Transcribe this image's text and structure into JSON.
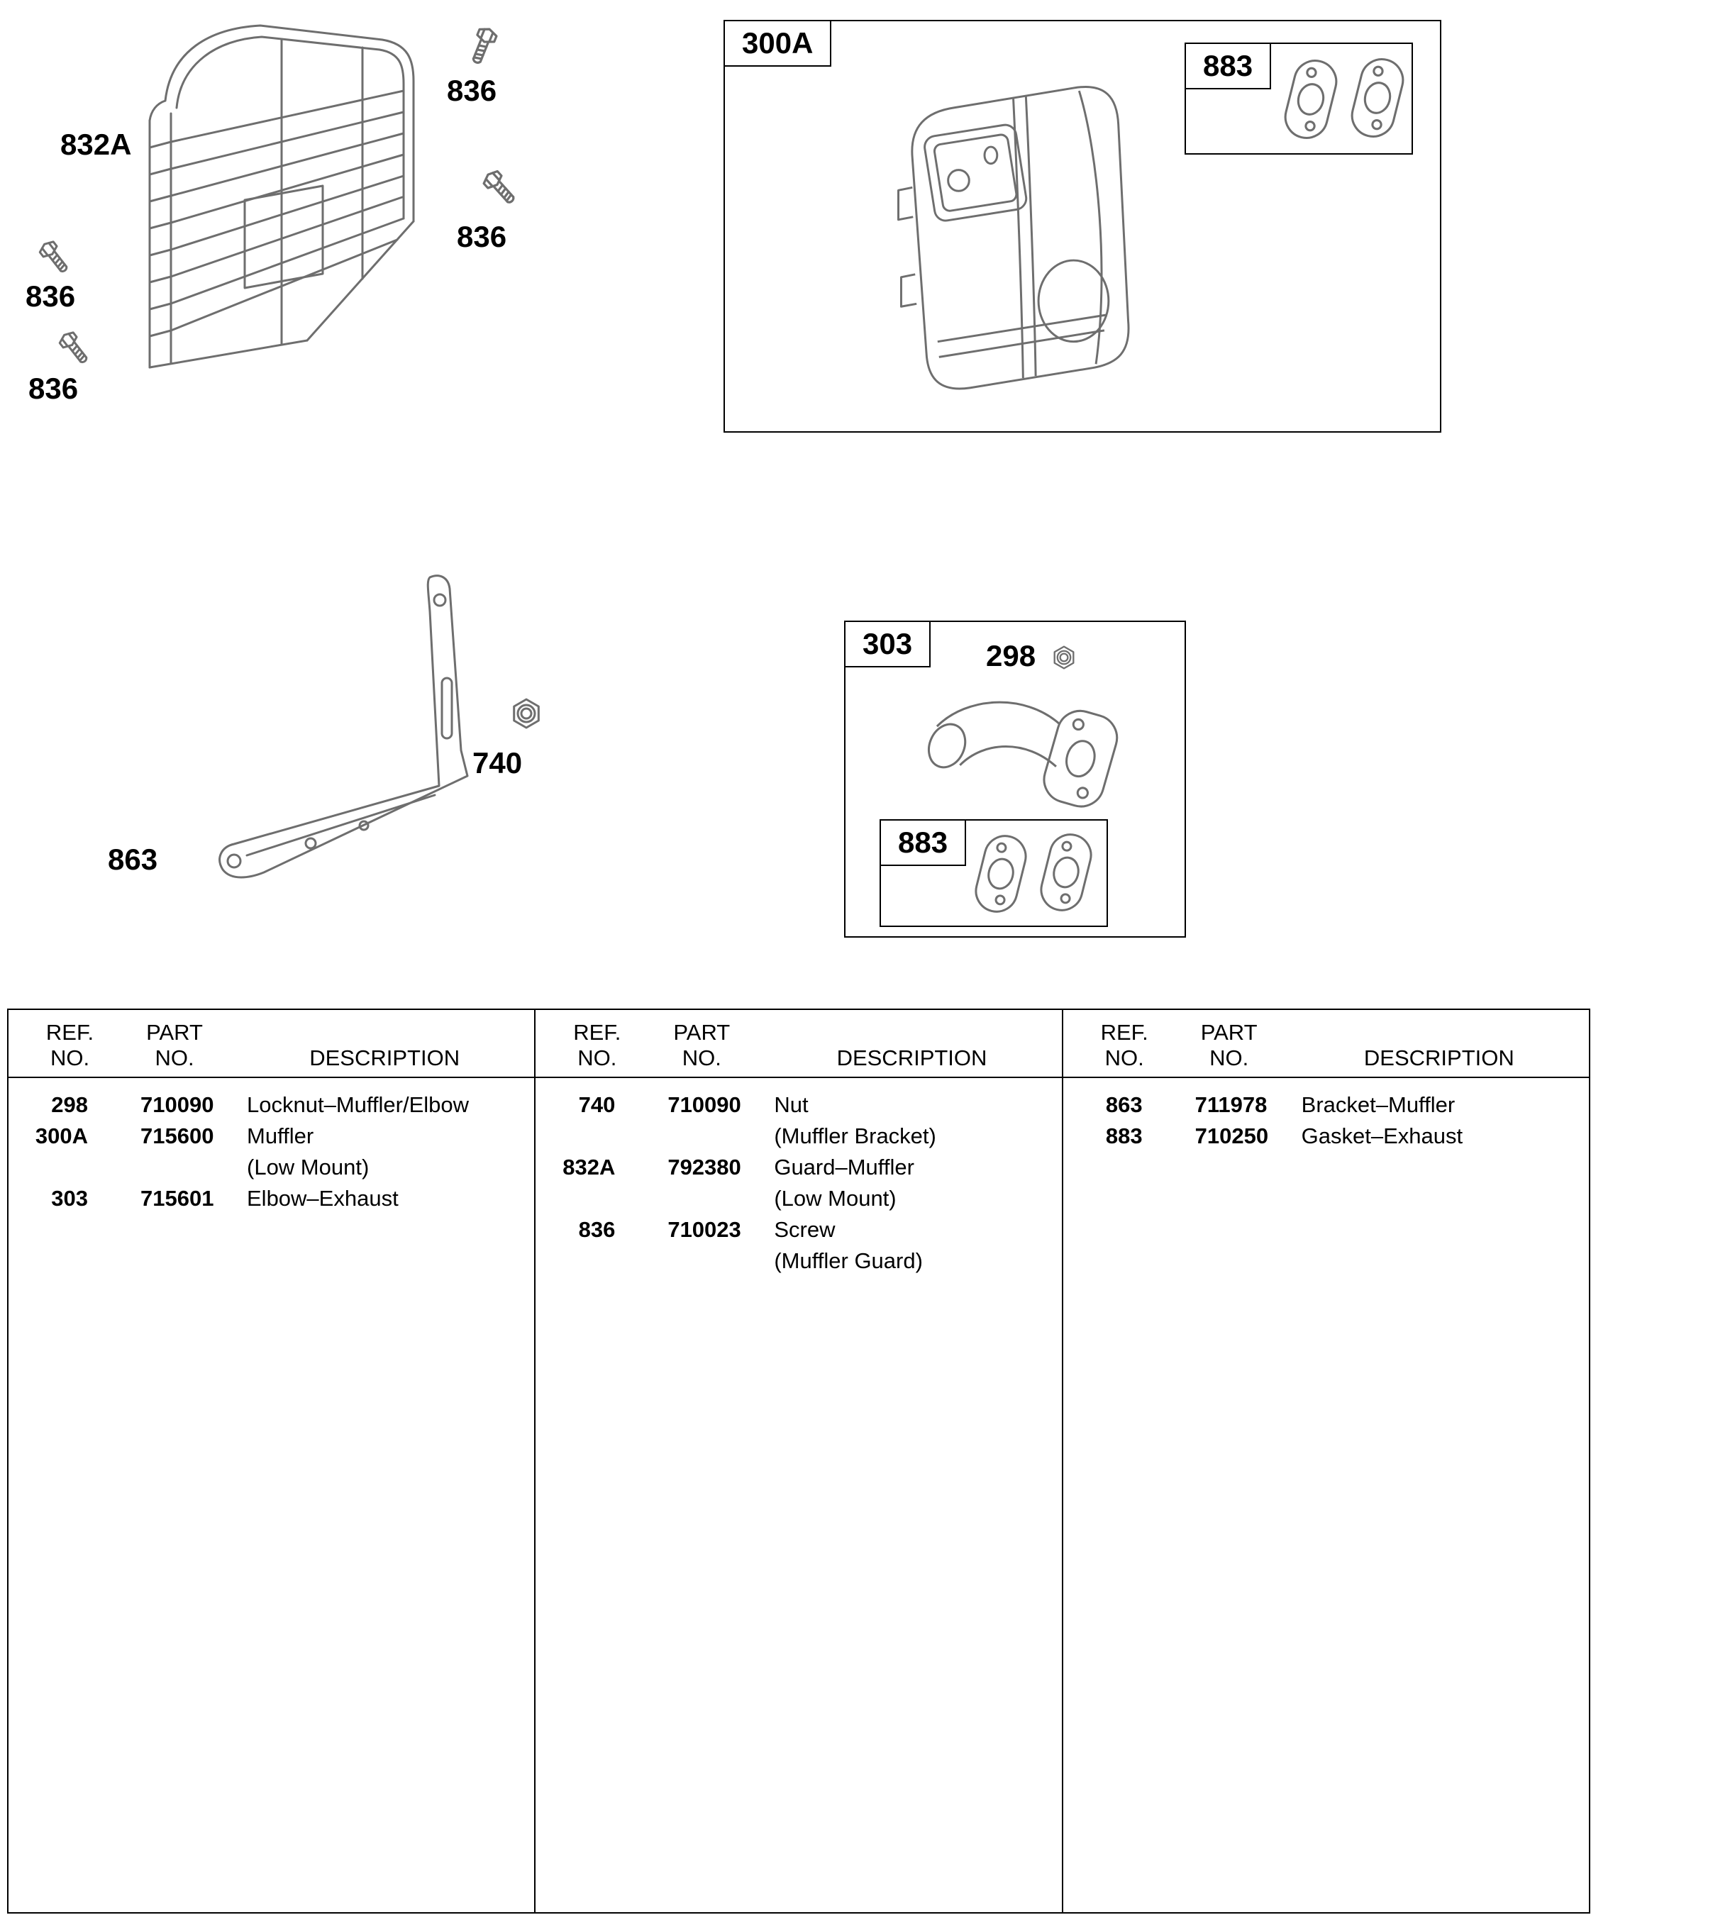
{
  "colors": {
    "line": "#6e6e6e",
    "ink": "#000000",
    "paper": "#ffffff"
  },
  "callouts": {
    "guard": "832A",
    "screw_top_right": "836",
    "screw_mid_right": "836",
    "screw_left_upper": "836",
    "screw_left_lower": "836",
    "bracket": "863",
    "bracket_nut": "740",
    "elbow_locknut": "298"
  },
  "panels": {
    "muffler": {
      "label": "300A",
      "gasket_inset": "883"
    },
    "elbow": {
      "label": "303",
      "gasket_inset": "883"
    }
  },
  "table": {
    "header": {
      "ref1": "REF.",
      "ref2": "NO.",
      "part1": "PART",
      "part2": "NO.",
      "desc": "DESCRIPTION"
    },
    "columns": [
      {
        "rows": [
          {
            "ref": "298",
            "part": "710090",
            "desc": "Locknut–Muffler/Elbow"
          },
          {
            "ref": "300A",
            "part": "715600",
            "desc": "Muffler"
          },
          {
            "ref": "",
            "part": "",
            "desc": "(Low Mount)"
          },
          {
            "ref": "303",
            "part": "715601",
            "desc": "Elbow–Exhaust"
          }
        ]
      },
      {
        "rows": [
          {
            "ref": "740",
            "part": "710090",
            "desc": "Nut"
          },
          {
            "ref": "",
            "part": "",
            "desc": "(Muffler Bracket)"
          },
          {
            "ref": "832A",
            "part": "792380",
            "desc": "Guard–Muffler"
          },
          {
            "ref": "",
            "part": "",
            "desc": "(Low Mount)"
          },
          {
            "ref": "836",
            "part": "710023",
            "desc": "Screw"
          },
          {
            "ref": "",
            "part": "",
            "desc": "(Muffler Guard)"
          }
        ]
      },
      {
        "rows": [
          {
            "ref": "863",
            "part": "711978",
            "desc": "Bracket–Muffler"
          },
          {
            "ref": "883",
            "part": "710250",
            "desc": "Gasket–Exhaust"
          }
        ]
      }
    ]
  }
}
